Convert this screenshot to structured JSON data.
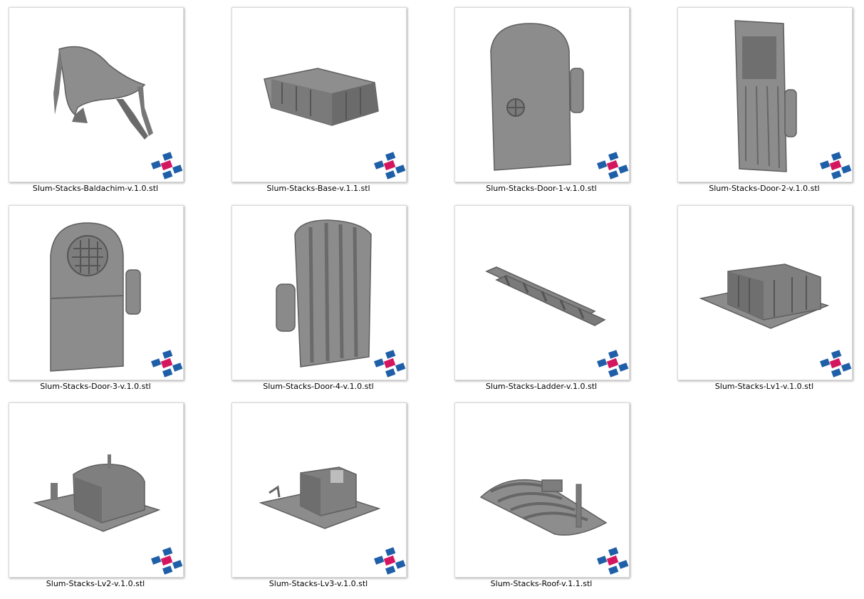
{
  "files": [
    {
      "name": "Slum-Stacks-Baldachim-v.1.0.stl",
      "icon": "baldachim-model-icon"
    },
    {
      "name": "Slum-Stacks-Base-v.1.1.stl",
      "icon": "base-model-icon"
    },
    {
      "name": "Slum-Stacks-Door-1-v.1.0.stl",
      "icon": "door-1-model-icon"
    },
    {
      "name": "Slum-Stacks-Door-2-v.1.0.stl",
      "icon": "door-2-model-icon"
    },
    {
      "name": "Slum-Stacks-Door-3-v.1.0.stl",
      "icon": "door-3-model-icon"
    },
    {
      "name": "Slum-Stacks-Door-4-v.1.0.stl",
      "icon": "door-4-model-icon"
    },
    {
      "name": "Slum-Stacks-Ladder-v.1.0.stl",
      "icon": "ladder-model-icon"
    },
    {
      "name": "Slum-Stacks-Lv1-v.1.0.stl",
      "icon": "lv1-model-icon"
    },
    {
      "name": "Slum-Stacks-Lv2-v.1.0.stl",
      "icon": "lv2-model-icon"
    },
    {
      "name": "Slum-Stacks-Lv3-v.1.0.stl",
      "icon": "lv3-model-icon"
    },
    {
      "name": "Slum-Stacks-Roof-v.1.1.stl",
      "icon": "roof-model-icon"
    }
  ],
  "colors": {
    "model": "#8a8a8a",
    "model_dark": "#5e5e5e",
    "overlay_blue": "#1f5fa8",
    "overlay_pink": "#d4165f"
  },
  "overlay_icon": "stl-file-type-icon"
}
